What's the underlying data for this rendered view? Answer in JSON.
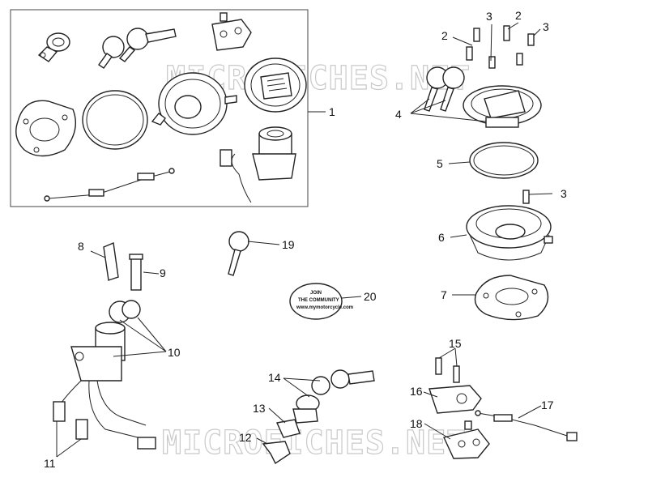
{
  "watermark": "MICROFICHES.NET",
  "oval_text": [
    "JOIN",
    "THE COMMUNITY",
    "www.mymotorcycle.com"
  ],
  "callouts": [
    "1",
    "2",
    "2",
    "3",
    "3",
    "4",
    "5",
    "3",
    "6",
    "7",
    "8",
    "9",
    "10",
    "11",
    "12",
    "13",
    "14",
    "15",
    "16",
    "17",
    "18",
    "19",
    "20"
  ]
}
